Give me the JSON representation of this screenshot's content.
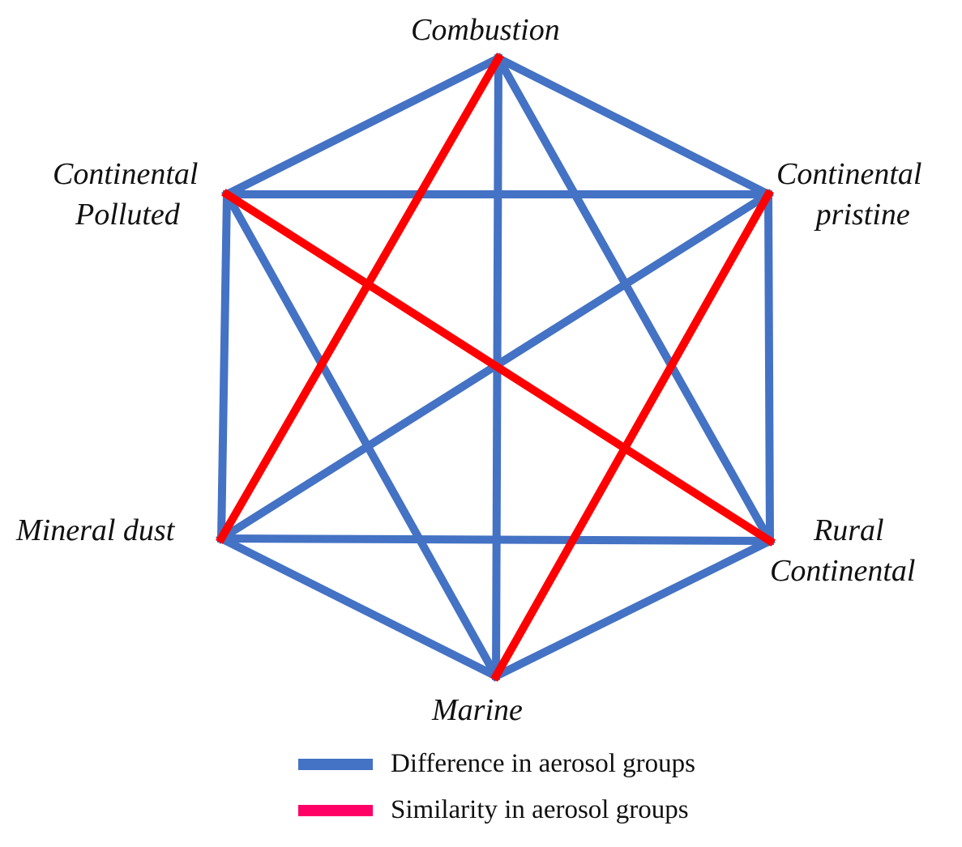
{
  "nodes": [
    {
      "id": "combustion",
      "label": "Combustion"
    },
    {
      "id": "continental_pristine",
      "label": "Continental pristine",
      "lines": [
        "Continental",
        "pristine"
      ]
    },
    {
      "id": "rural_continental",
      "label": "Rural Continental",
      "lines": [
        "Rural",
        "Continental"
      ]
    },
    {
      "id": "marine",
      "label": "Marine"
    },
    {
      "id": "mineral_dust",
      "label": "Mineral dust"
    },
    {
      "id": "continental_polluted",
      "label": "Continental Polluted",
      "lines": [
        "Continental",
        "Polluted"
      ]
    }
  ],
  "edges": [
    {
      "from": "combustion",
      "to": "continental_pristine",
      "type": "difference"
    },
    {
      "from": "continental_pristine",
      "to": "rural_continental",
      "type": "difference"
    },
    {
      "from": "rural_continental",
      "to": "marine",
      "type": "difference"
    },
    {
      "from": "marine",
      "to": "mineral_dust",
      "type": "difference"
    },
    {
      "from": "mineral_dust",
      "to": "continental_polluted",
      "type": "difference"
    },
    {
      "from": "continental_polluted",
      "to": "combustion",
      "type": "difference"
    },
    {
      "from": "combustion",
      "to": "marine",
      "type": "difference"
    },
    {
      "from": "combustion",
      "to": "rural_continental",
      "type": "difference"
    },
    {
      "from": "continental_polluted",
      "to": "continental_pristine",
      "type": "difference"
    },
    {
      "from": "continental_polluted",
      "to": "marine",
      "type": "difference"
    },
    {
      "from": "continental_pristine",
      "to": "mineral_dust",
      "type": "difference"
    },
    {
      "from": "mineral_dust",
      "to": "rural_continental",
      "type": "difference"
    },
    {
      "from": "combustion",
      "to": "mineral_dust",
      "type": "similarity"
    },
    {
      "from": "continental_polluted",
      "to": "rural_continental",
      "type": "similarity"
    },
    {
      "from": "continental_pristine",
      "to": "marine",
      "type": "similarity"
    }
  ],
  "colors": {
    "difference": "#4472C4",
    "similarity": "#FF0000",
    "similarity_legend": "#FF0066"
  },
  "legend": [
    {
      "type": "difference",
      "label": "Difference in aerosol groups"
    },
    {
      "type": "similarity",
      "label": "Similarity in aerosol groups"
    }
  ]
}
